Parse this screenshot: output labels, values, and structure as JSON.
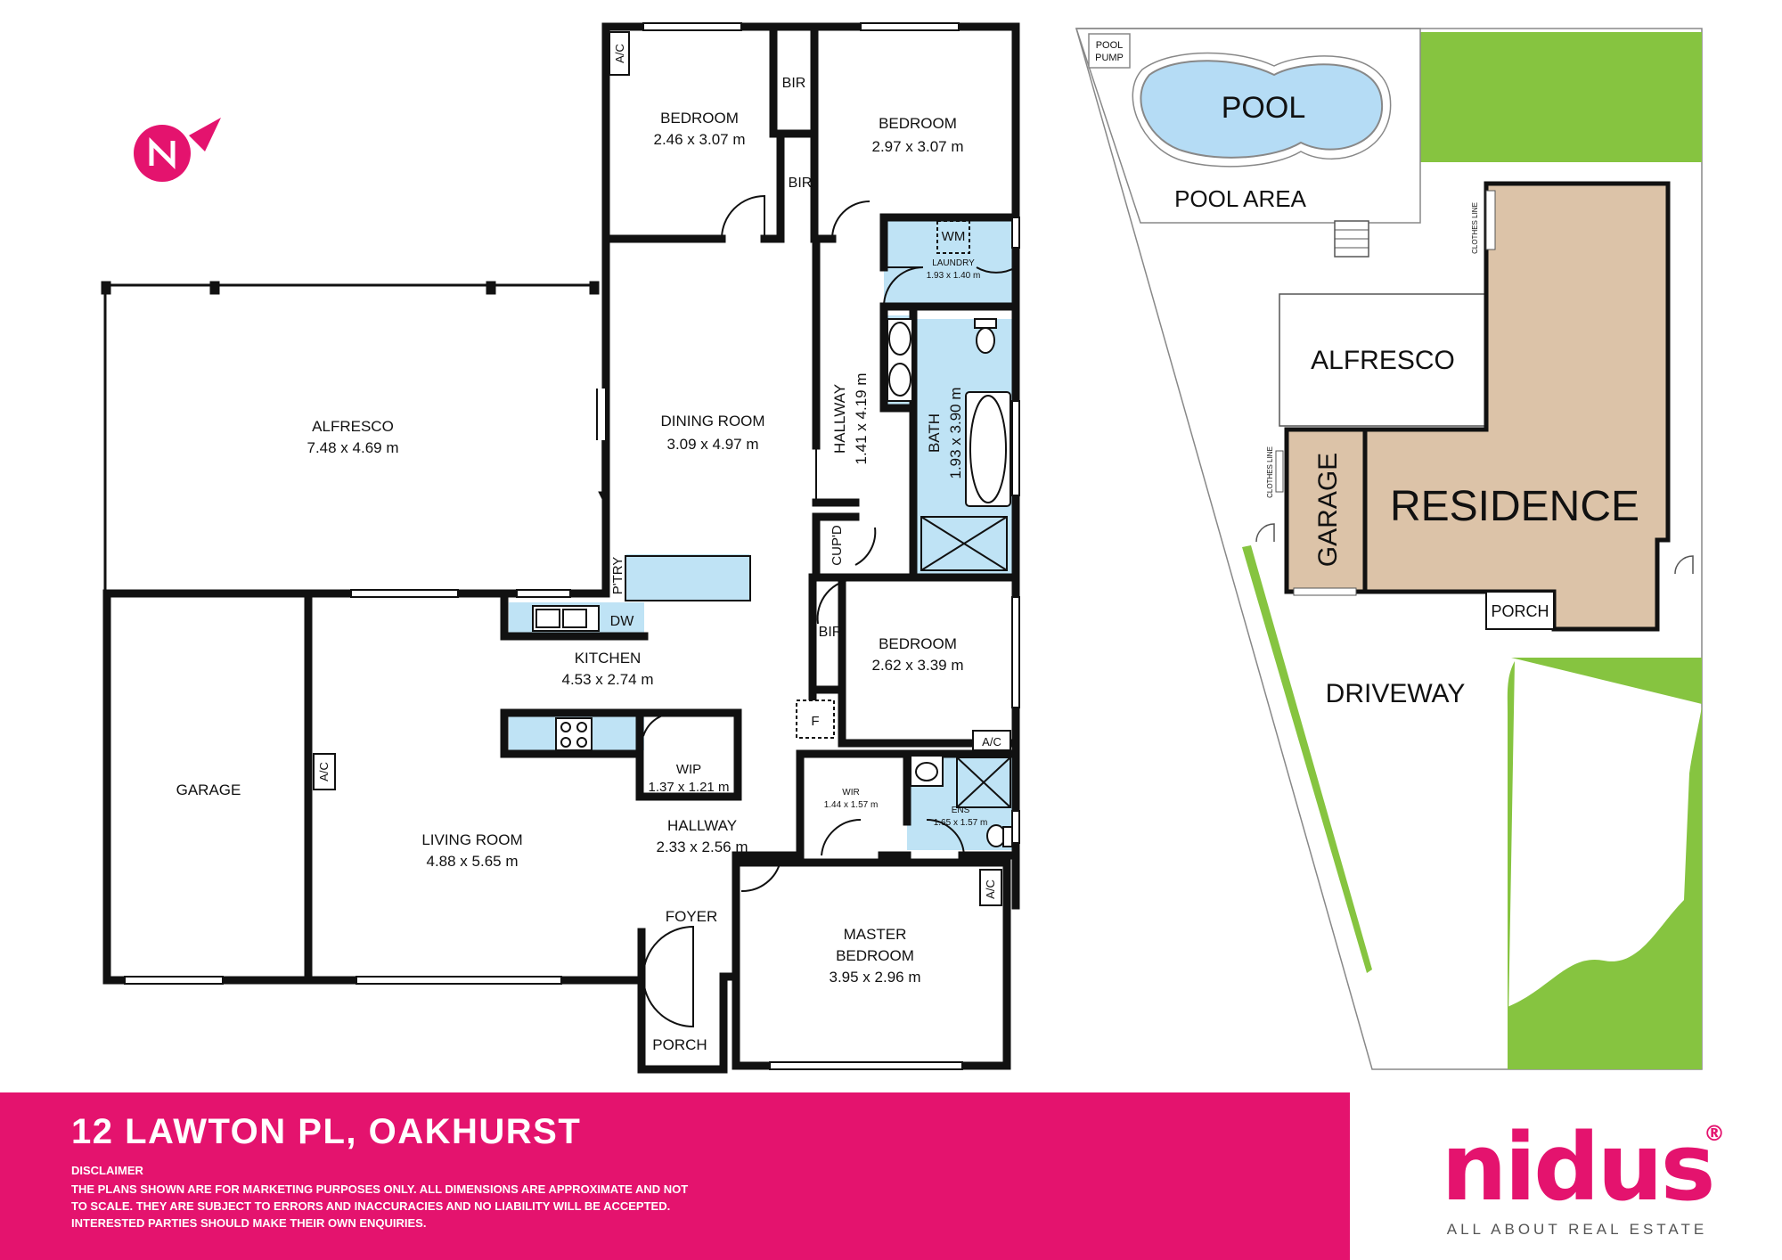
{
  "property": {
    "address": "12 LAWTON PL, OAKHURST",
    "disclaimer_title": "DISCLAIMER",
    "disclaimer_text": "THE PLANS SHOWN ARE FOR MARKETING PURPOSES ONLY. ALL DIMENSIONS ARE APPROXIMATE AND NOT TO SCALE. THEY ARE SUBJECT TO ERRORS AND INACCURACIES AND NO LIABILITY WILL BE ACCEPTED. INTERESTED PARTIES SHOULD MAKE THEIR OWN ENQUIRIES."
  },
  "brand": {
    "name": "nidus",
    "registered": "®",
    "tagline": "ALL ABOUT REAL ESTATE",
    "color": "#e4136e"
  },
  "floorplan": {
    "rooms": {
      "bedroom2": {
        "name": "BEDROOM",
        "dims": "2.46 x 3.07 m"
      },
      "bedroom3": {
        "name": "BEDROOM",
        "dims": "2.97 x 3.07 m"
      },
      "bedroom4": {
        "name": "BEDROOM",
        "dims": "2.62 x 3.39 m"
      },
      "alfresco": {
        "name": "ALFRESCO",
        "dims": "7.48 x 4.69 m"
      },
      "dining": {
        "name": "DINING ROOM",
        "dims": "3.09 x 4.97 m"
      },
      "hallway1": {
        "name": "HALLWAY",
        "dims": "1.41 x 4.19 m"
      },
      "bath": {
        "name": "BATH",
        "dims": "1.93 x 3.90 m"
      },
      "laundry": {
        "name": "LAUNDRY",
        "dims": "1.93 x 1.40 m"
      },
      "kitchen": {
        "name": "KITCHEN",
        "dims": "4.53 x 2.74 m"
      },
      "garage": {
        "name": "GARAGE"
      },
      "living": {
        "name": "LIVING ROOM",
        "dims": "4.88 x 5.65 m"
      },
      "wip": {
        "name": "WIP",
        "dims": "1.37 x 1.21 m"
      },
      "hallway2": {
        "name": "HALLWAY",
        "dims": "2.33 x 2.56 m"
      },
      "wir": {
        "name": "WIR",
        "dims": "1.44 x 1.57 m"
      },
      "ens": {
        "name": "ENS",
        "dims": "1.65 x 1.57 m"
      },
      "foyer": {
        "name": "FOYER"
      },
      "master": {
        "name_line1": "MASTER",
        "name_line2": "BEDROOM",
        "dims": "3.95 x 2.96 m"
      },
      "porch": {
        "name": "PORCH"
      }
    },
    "fixtures": {
      "bir": "BIR",
      "ac": "A/C",
      "wm": "WM",
      "cupd": "CUP'D",
      "ptry": "P'TRY",
      "dw": "DW",
      "fridge": "F"
    }
  },
  "siteplan": {
    "pool_pump_line1": "POOL",
    "pool_pump_line2": "PUMP",
    "pool": "POOL",
    "pool_area": "POOL AREA",
    "clothes_line": "CLOTHES LINE",
    "alfresco": "ALFRESCO",
    "garage": "GARAGE",
    "residence": "RESIDENCE",
    "porch": "PORCH",
    "driveway": "DRIVEWAY"
  },
  "colors": {
    "wet_area": "#bfe3f5",
    "lawn": "#86c440",
    "residence": "#dcc3a8",
    "pool_water": "#b5dcf5"
  },
  "icons": {
    "compass": "north-arrow-icon"
  }
}
